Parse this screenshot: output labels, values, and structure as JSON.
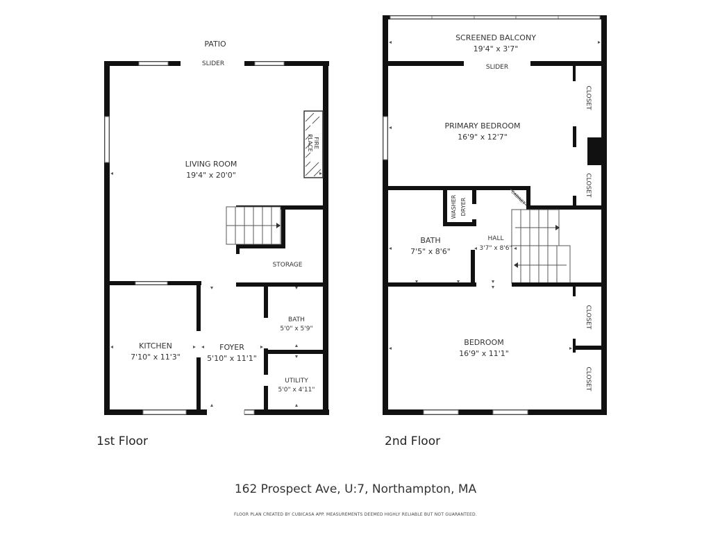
{
  "floor1": {
    "caption": "1st Floor",
    "patio": "PATIO",
    "slider": "SLIDER",
    "fireplace_line1": "FIRE",
    "fireplace_line2": "PLACE",
    "rooms": {
      "living": {
        "name": "LIVING ROOM",
        "dims": "19'4\" x 20'0\""
      },
      "storage": {
        "name": "STORAGE"
      },
      "kitchen": {
        "name": "KITCHEN",
        "dims": "7'10\" x 11'3\""
      },
      "foyer": {
        "name": "FOYER",
        "dims": "5'10\" x 11'1\""
      },
      "bath": {
        "name": "BATH",
        "dims": "5'0\" x 5'9\""
      },
      "utility": {
        "name": "UTILITY",
        "dims": "5'0\" x 4'11\""
      }
    }
  },
  "floor2": {
    "caption": "2nd Floor",
    "slider": "SLIDER",
    "closet": "CLOSET",
    "cabinet": "CABINET",
    "washer": "WASHER",
    "dryer": "DRYER",
    "rooms": {
      "balcony": {
        "name": "SCREENED BALCONY",
        "dims": "19'4\" x 3'7\""
      },
      "primary": {
        "name": "PRIMARY BEDROOM",
        "dims": "16'9\" x 12'7\""
      },
      "bath": {
        "name": "BATH",
        "dims": "7'5\" x 8'6\""
      },
      "hall": {
        "name": "HALL",
        "dims": "3'7\" x 8'6\""
      },
      "bedroom": {
        "name": "BEDROOM",
        "dims": "16'9\" x 11'1\""
      }
    }
  },
  "address": "162 Prospect Ave, U:7, Northampton, MA",
  "disclaimer": "FLOOR PLAN CREATED BY CUBICASA APP. MEASUREMENTS DEEMED HIGHLY RELIABLE BUT NOT GUARANTEED."
}
